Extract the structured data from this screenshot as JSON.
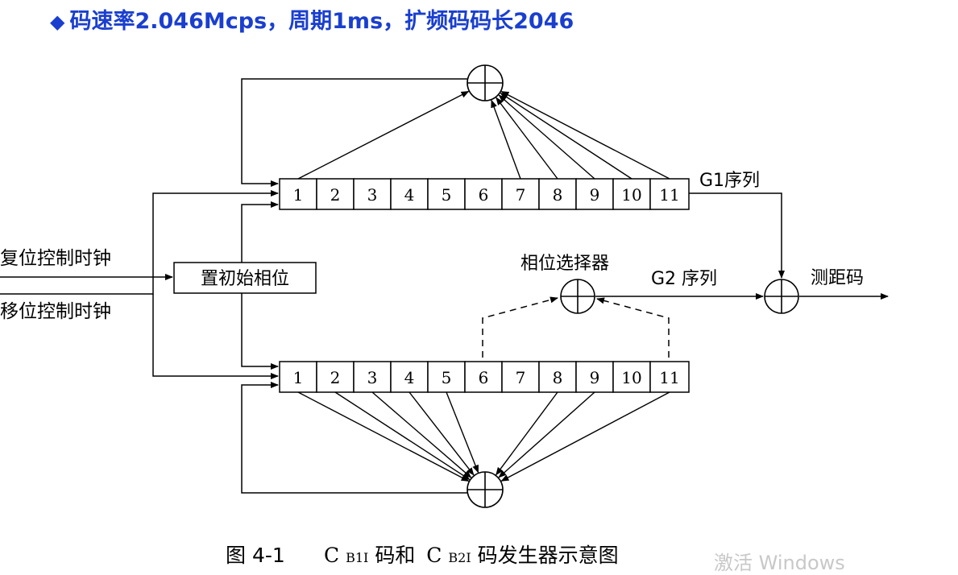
{
  "headline": {
    "bullet": "◆",
    "text": "码速率2.046Mcps，周期1ms，扩频码码长2046",
    "color": "#1a3fcf"
  },
  "diagram": {
    "g1_register": [
      "1",
      "2",
      "3",
      "4",
      "5",
      "6",
      "7",
      "8",
      "9",
      "10",
      "11"
    ],
    "g2_register": [
      "1",
      "2",
      "3",
      "4",
      "5",
      "6",
      "7",
      "8",
      "9",
      "10",
      "11"
    ],
    "g1_label": "G1序列",
    "g2_label": "G2 序列",
    "phase_selector_label": "相位选择器",
    "output_label": "测距码",
    "reset_clock_label": "复位控制时钟",
    "shift_clock_label": "移位控制时钟",
    "init_phase_label": "置初始相位",
    "caption_prefix": "图 4-1",
    "caption_c1": "C",
    "caption_sub1": "B1I",
    "caption_mid": "码和",
    "caption_c2": "C",
    "caption_sub2": "B2I",
    "caption_end": "码发生器示意图",
    "g1_feedback_taps": [
      1,
      7,
      8,
      9,
      10,
      11
    ],
    "g2_feedback_taps": [
      1,
      2,
      3,
      4,
      5,
      8,
      9,
      11
    ],
    "g2_phase_taps": [
      6,
      11
    ]
  },
  "watermark": "激活 Windows"
}
